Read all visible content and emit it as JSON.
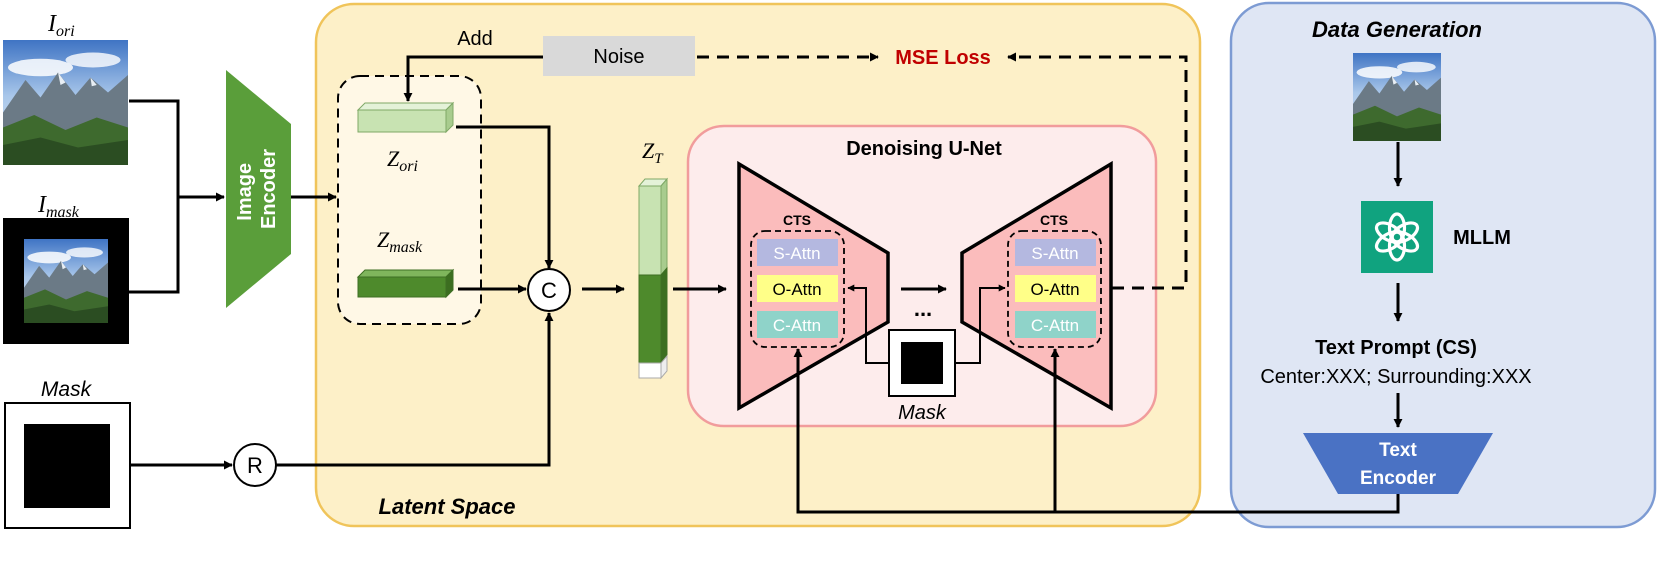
{
  "inputs": {
    "i_ori_label": {
      "main": "I",
      "sub": "ori"
    },
    "i_mask_label": {
      "main": "I",
      "sub": "mask"
    },
    "mask_label": "Mask"
  },
  "encoder": {
    "line1": "Image",
    "line2": "Encoder"
  },
  "latent": {
    "region_label": "Latent Space",
    "add_label": "Add",
    "noise_label": "Noise",
    "loss_label": "MSE Loss",
    "z_ori_label": {
      "main": "Z",
      "sub": "ori"
    },
    "z_mask_label": {
      "main": "Z",
      "sub": "mask"
    },
    "z_t_label": {
      "main": "Z",
      "sub": "T"
    },
    "concat_symbol": "C",
    "resize_symbol": "R"
  },
  "unet": {
    "title": "Denoising U-Net",
    "cts_label": "CTS",
    "blocks": [
      "S-Attn",
      "O-Attn",
      "C-Attn"
    ],
    "ellipsis": "...",
    "mask_label": "Mask"
  },
  "data_generation": {
    "title": "Data Generation",
    "mllm_label": "MLLM",
    "prompt_title": "Text Prompt (CS)",
    "prompt_text": "Center:XXX; Surrounding:XXX",
    "text_encoder": {
      "line1": "Text",
      "line2": "Encoder"
    }
  },
  "colors": {
    "latent_fill": "#fdf0c8",
    "latent_border": "#f0c45a",
    "datagen_fill": "#dfe6f4",
    "datagen_border": "#7d9bd3",
    "unet_fill": "#fdecec",
    "unet_border": "#f19c9c",
    "trapezoid_fill": "#fbbcbc",
    "encoder_green": "#5a9e3a",
    "text_encoder_blue": "#4a72c4",
    "noise_gray": "#d9d9d9",
    "loss_red": "#c00000",
    "s_attn": "#b4b8e0",
    "o_attn": "#ffff88",
    "c_attn": "#8fd3c9",
    "mllm_teal": "#10a37f"
  }
}
